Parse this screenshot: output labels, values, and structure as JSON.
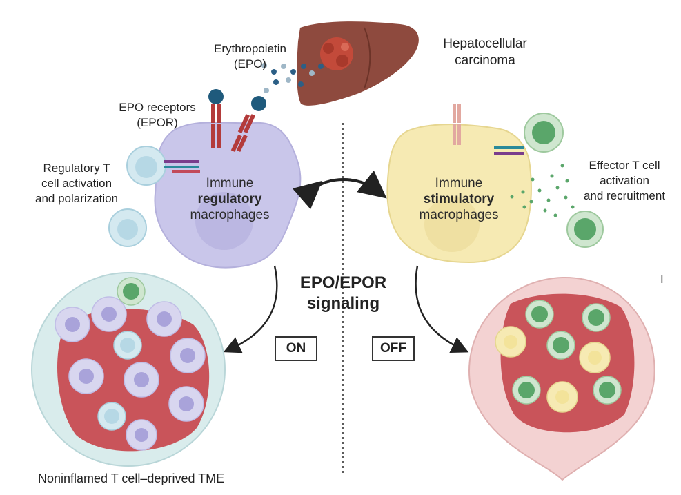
{
  "labels": {
    "epo": "Erythropoietin\n(EPO)",
    "hcc": "Hepatocellular\ncarcinoma",
    "epor": "EPO receptors\n(EPOR)",
    "treg": "Regulatory T\ncell activation\nand polarization",
    "teff": "Effector T cell\nactivation\nand recruitment",
    "signaling": "EPO/EPOR\nsignaling",
    "on": "ON",
    "off": "OFF",
    "tme_left": "Noninflamed T cell–deprived TME"
  },
  "macrophage_left": {
    "line1": "Immune",
    "line2": "regulatory",
    "line3": "macrophages"
  },
  "macrophage_right": {
    "line1": "Immune",
    "line2": "stimulatory",
    "line3": "macrophages"
  },
  "colors": {
    "reg_macrophage": "#c9c6ea",
    "stim_macrophage": "#f6eab3",
    "liver": "#8e4a3e",
    "tumor": "#c34a3a",
    "tcell_green": "#5aa66a",
    "tcell_blue": "#a9d3e2",
    "tissue": "#c9545a",
    "left_tme_bg": "#d9ecec",
    "right_tme_bg": "#f3d2d2"
  }
}
